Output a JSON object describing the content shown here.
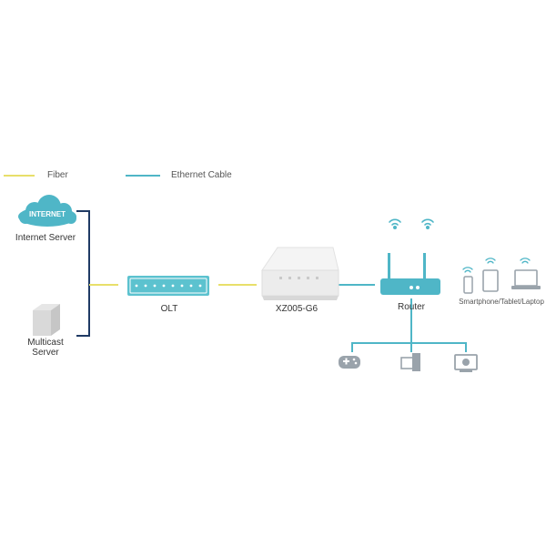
{
  "legend": {
    "fiber_label": "Fiber",
    "ethernet_label": "Ethernet Cable"
  },
  "colors": {
    "fiber": "#e8df6a",
    "ethernet": "#4fb6c7",
    "server_link": "#1f3a64",
    "cloud": "#4fb6c7",
    "device_gray": "#9aa3ab",
    "olt_fill": "#5cc2cf"
  },
  "nodes": {
    "internet_badge": "INTERNET",
    "internet_server": "Internet Server",
    "multicast_server_line1": "Multicast",
    "multicast_server_line2": "Server",
    "olt": "OLT",
    "ont": "XZ005-G6",
    "router": "Router",
    "clients": "Smartphone/Tablet/Laptop"
  },
  "icons": [
    "cloud-icon",
    "server-icon",
    "olt-icon",
    "ont-icon",
    "router-icon",
    "wifi-icon",
    "smartphone-icon",
    "tablet-icon",
    "laptop-icon",
    "gamepad-icon",
    "computer-icon",
    "iptv-icon"
  ]
}
